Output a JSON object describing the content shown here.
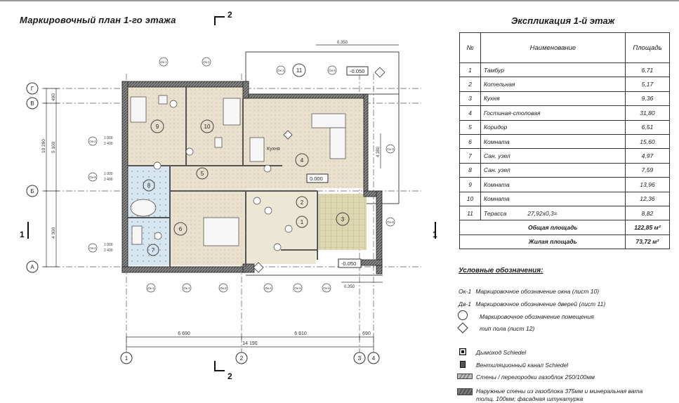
{
  "plan_title": "Маркировочный план 1-го этажа",
  "explication": {
    "title": "Экспликация 1-й этаж",
    "headers": {
      "num": "№",
      "name": "Наименование",
      "area": "Площадь"
    },
    "rooms": [
      {
        "num": "1",
        "name": "Тамбур",
        "area": "6,71"
      },
      {
        "num": "2",
        "name": "Котельная",
        "area": "5,17"
      },
      {
        "num": "3",
        "name": "Кухня",
        "area": "9,36"
      },
      {
        "num": "4",
        "name": "Гостиная-столовая",
        "area": "31,80"
      },
      {
        "num": "5",
        "name": "Коридор",
        "area": "6,51"
      },
      {
        "num": "6",
        "name": "Комната",
        "area": "15,60"
      },
      {
        "num": "7",
        "name": "Сан. узел",
        "area": "4,97"
      },
      {
        "num": "8",
        "name": "Сан. узел",
        "area": "7,59"
      },
      {
        "num": "9",
        "name": "Комната",
        "area": "13,96"
      },
      {
        "num": "10",
        "name": "Комната",
        "area": "12,36"
      },
      {
        "num": "11",
        "name": "Терасса",
        "calc": "27,92х0,3=",
        "area": "8,82"
      }
    ],
    "total_label": "Общая площадь",
    "total_value": "122,85 м²",
    "living_label": "Жилая площадь",
    "living_value": "73,72 м²"
  },
  "legend": {
    "title": "Условные обозначения:",
    "window_code": "Ок-1",
    "window_text": "Маркировочное обозначение окна  (лист 10)",
    "door_code": "Дв-1",
    "door_text": "Маркировочное обозначение дверей (лист 11)",
    "room_text": "Маркировочное обозначение помещения",
    "floor_text": "тип пола (лист 12)",
    "chimney_text": "Дымоход Schiedel",
    "vent_text": "Вентиляционный канал Schiedel",
    "partition_text": "Стены / перегородки газоблок 250/100мм",
    "outer_wall_text_1": "Наружные стены из газоблока 375мм и минеральная вата",
    "outer_wall_text_2": "толщ. 100мм; фасадная штукатурка"
  },
  "plan": {
    "section_mark": "2",
    "section_side_mark": "1",
    "axes_letters": [
      "Г",
      "В",
      "Б",
      "А"
    ],
    "axes_numbers": [
      "1",
      "2",
      "3",
      "4"
    ],
    "bottom_dims": [
      "6 690",
      "6 610",
      "690"
    ],
    "bottom_total": "14 190",
    "left_dims_outer": "10 290",
    "left_dims_inner": "5 100",
    "left_dims_lower": "4 300",
    "left_dim_small": "490",
    "terrace_dim_top": "0.350",
    "terrace_dim_bottom": "0.350",
    "right_dim": "4 380",
    "levels": [
      "-0.050",
      "0.000",
      "-0.050"
    ],
    "room_labels": [
      "1",
      "2",
      "3",
      "4",
      "5",
      "6",
      "7",
      "8",
      "9",
      "10",
      "11"
    ],
    "window_marks": [
      "Ок-1",
      "Ок-2",
      "Ок-3",
      "Ок-4",
      "Ок-5",
      "Ок-6"
    ],
    "kitchen_label": "Кухня",
    "window_size_a": "1 000",
    "window_size_b": "2 400"
  }
}
